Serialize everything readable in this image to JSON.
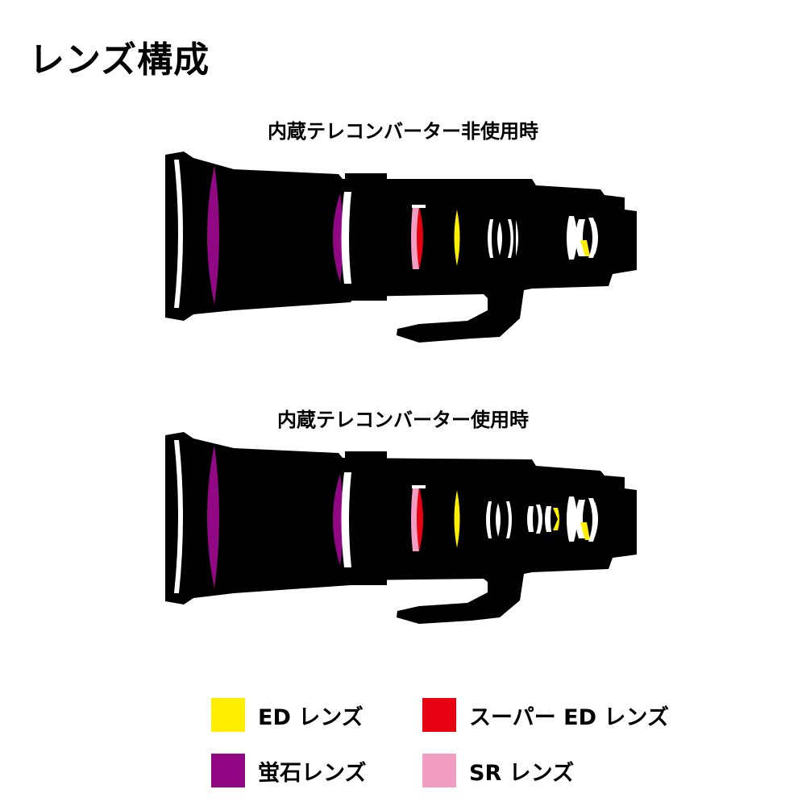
{
  "title": "レンズ構成",
  "diagrams": [
    {
      "caption": "内蔵テレコンバーター非使用時"
    },
    {
      "caption": "内蔵テレコンバーター使用時"
    }
  ],
  "legend": [
    {
      "label": "ED レンズ",
      "color": "#ffee00"
    },
    {
      "label": "スーパー ED レンズ",
      "color": "#e60012"
    },
    {
      "label": "蛍石レンズ",
      "color": "#920783"
    },
    {
      "label": "SR レンズ",
      "color": "#f19ec2"
    }
  ],
  "colors": {
    "body": "#000000",
    "lens_clear": "#ffffff"
  }
}
